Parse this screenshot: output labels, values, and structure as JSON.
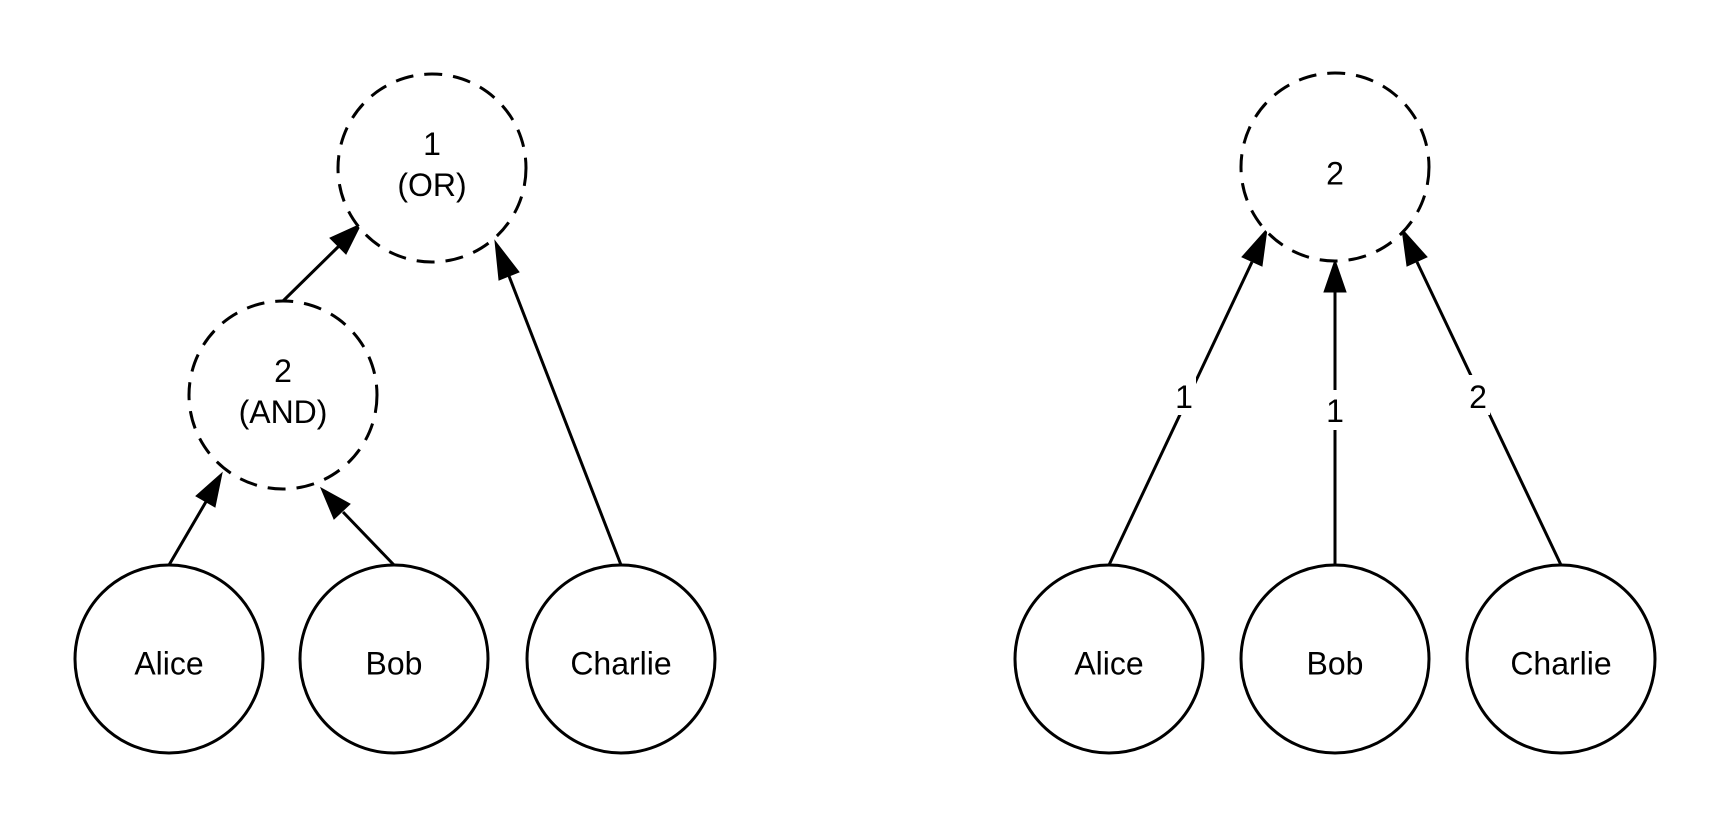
{
  "diagrams": [
    {
      "nodes": {
        "alice": {
          "label": "Alice"
        },
        "bob": {
          "label": "Bob"
        },
        "charlie": {
          "label": "Charlie"
        },
        "and_gate": {
          "threshold": "2",
          "op": "(AND)"
        },
        "or_gate": {
          "threshold": "1",
          "op": "(OR)"
        }
      }
    },
    {
      "nodes": {
        "alice": {
          "label": "Alice"
        },
        "bob": {
          "label": "Bob"
        },
        "charlie": {
          "label": "Charlie"
        },
        "threshold_gate": {
          "threshold": "2"
        }
      },
      "edge_weights": {
        "alice": "1",
        "bob": "1",
        "charlie": "2"
      }
    }
  ],
  "colors": {
    "stroke": "#000000",
    "background": "#ffffff"
  }
}
